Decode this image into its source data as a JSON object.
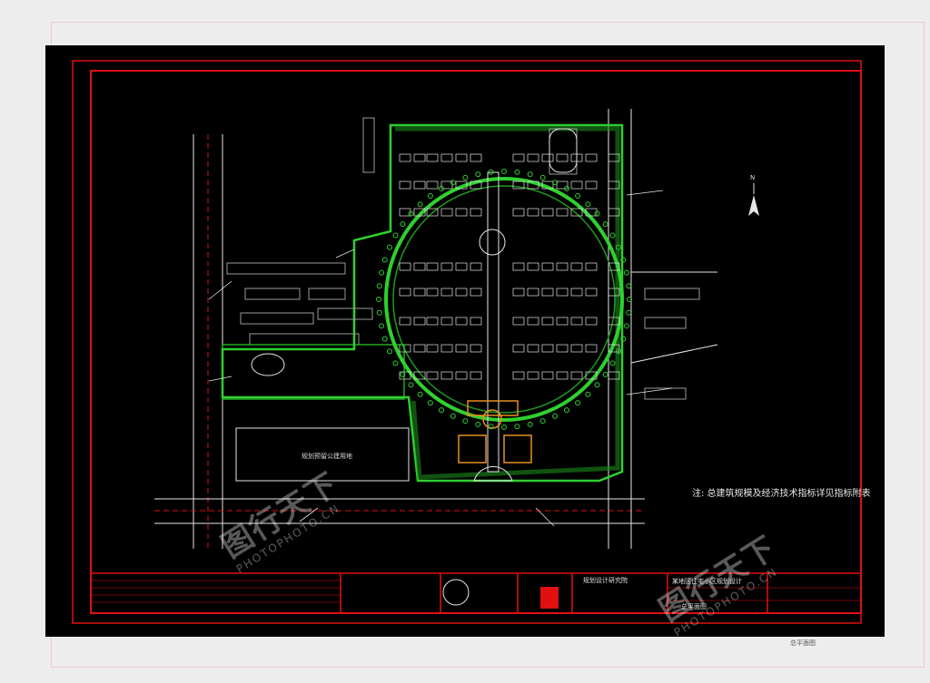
{
  "drawing": {
    "note": "注: 总建筑规模及经济技术指标详见指标附表",
    "site_label": "规划预留公建用地",
    "north_arrow": "N",
    "colors": {
      "border_red": "#e01010",
      "site_green": "#2fd02f",
      "building_grey": "#9a9a9a",
      "road_white": "#e6e6e6",
      "plaza_orange": "#e89020"
    }
  },
  "title_block": {
    "project_name": "某地区住宅小区规划设计",
    "sheet_name": "总平面图",
    "company_header": "规划设计研究院",
    "outer_caption": "总平面图"
  },
  "watermarks": [
    {
      "text": "图行天下",
      "sub": "PHOTOPHOTO.CN"
    },
    {
      "text": "图行天下",
      "sub": "PHOTOPHOTO.CN"
    }
  ]
}
